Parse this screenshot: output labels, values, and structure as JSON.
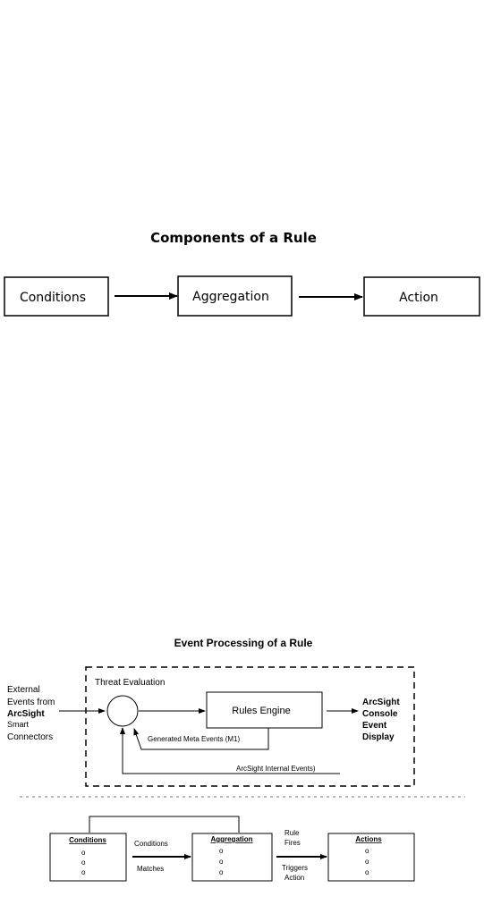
{
  "diagram1": {
    "title": "Components of a Rule",
    "boxes": {
      "conditions": "Conditions",
      "aggregation": "Aggregation",
      "action": "Action"
    }
  },
  "diagram2": {
    "title": "Event Processing of a Rule",
    "threat_evaluation": "Threat Evaluation",
    "external_events": [
      "External",
      "Events from",
      "ArcSight",
      "Smart",
      "Connectors"
    ],
    "rules_engine": "Rules Engine",
    "console_output": [
      "ArcSight",
      "Console",
      "Event",
      "Display"
    ],
    "generated_meta": "Generated Meta Events (M1)",
    "internal_events": "ArcSight Internal Events)",
    "bullet": "o",
    "stages": {
      "conditions": "Conditions",
      "aggregation": "Aggregation",
      "actions": "Actions"
    },
    "arrow1_top": "Conditions",
    "arrow1_bottom": "Matches",
    "arrow2_top": [
      "Rule",
      "Fires"
    ],
    "arrow2_bottom": [
      "Triggers",
      "Action"
    ]
  }
}
